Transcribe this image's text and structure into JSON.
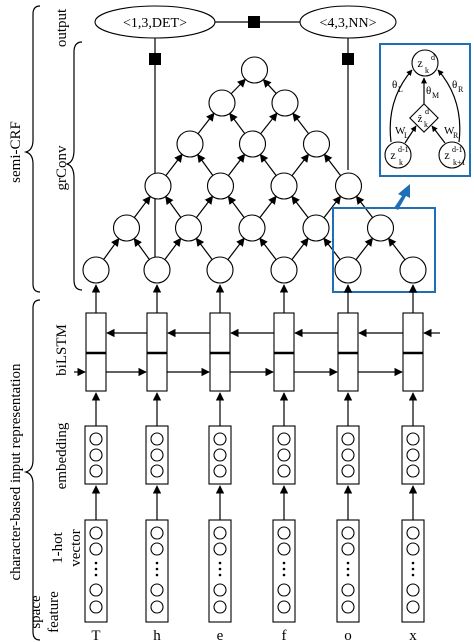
{
  "labels": {
    "semi_crf": "semi-CRF",
    "char_repr": "character-based input representation",
    "output": "output",
    "grconv": "grConv",
    "bilstm": "biLSTM",
    "embedding": "embedding",
    "onehot_1": "1-hot",
    "onehot_2": "vector",
    "space_1": "space",
    "space_2": "feature"
  },
  "characters": [
    "T",
    "h",
    "e",
    "f",
    "o",
    "x"
  ],
  "outputs": {
    "left": "<1,3,DET>",
    "right": "<4,3,NN>"
  },
  "inset": {
    "z_top": "z",
    "z_top_sup": "d",
    "z_top_sub": "k",
    "z_hat": "ẑ",
    "z_hat_sup": "d",
    "z_hat_sub": "k",
    "z_left": "z",
    "z_left_sup": "d-1",
    "z_left_sub": "k",
    "z_right": "z",
    "z_right_sup": "d-1",
    "z_right_sub": "k+1",
    "theta_l": "θ",
    "theta_l_sub": "L",
    "theta_m": "θ",
    "theta_m_sub": "M",
    "theta_r": "θ",
    "theta_r_sub": "R",
    "w_l": "W",
    "w_l_sub": "L",
    "w_r": "W",
    "w_r_sub": "R"
  },
  "colors": {
    "highlight": "#1f6fb5",
    "line": "#000000"
  }
}
